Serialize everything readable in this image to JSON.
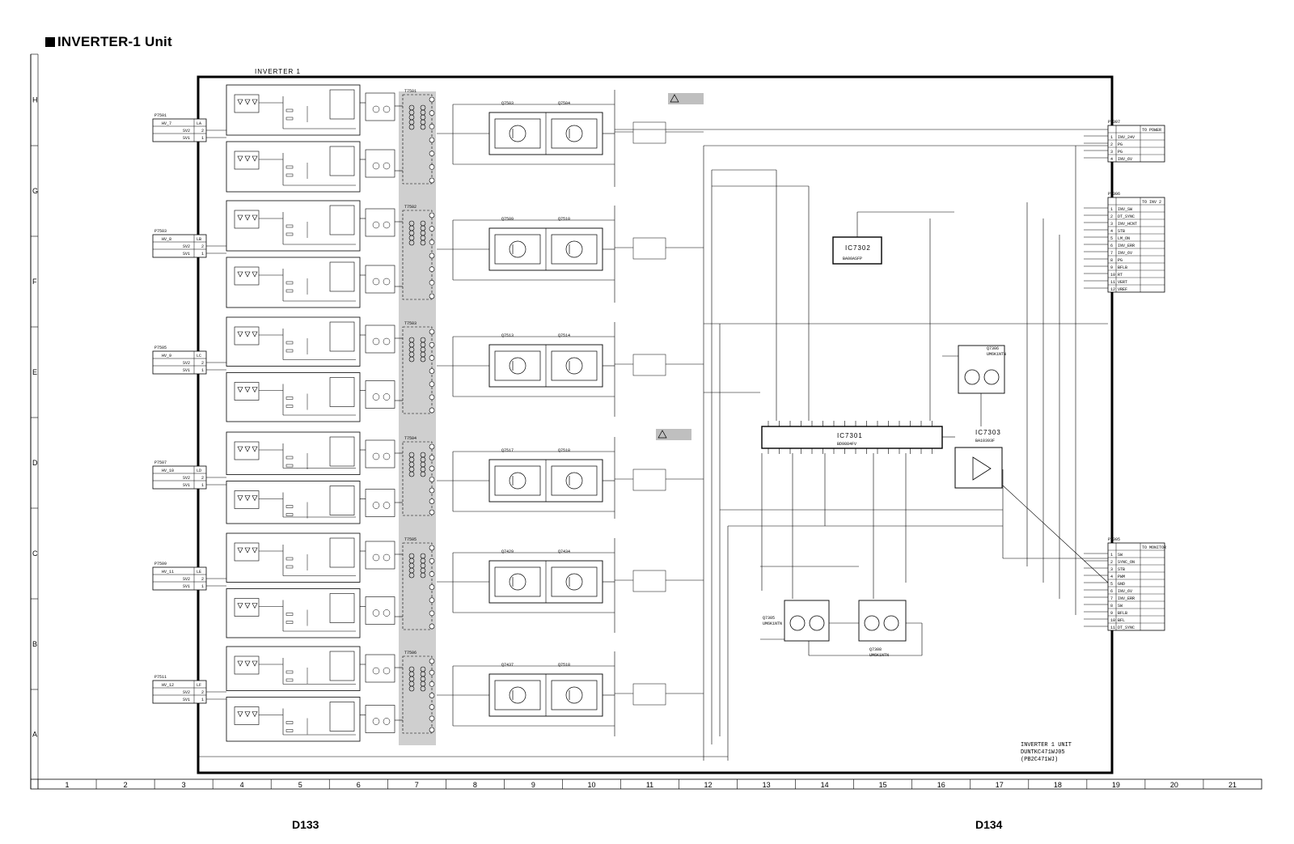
{
  "header": {
    "title": "INVERTER-1 Unit"
  },
  "frame": {
    "title": "INVERTER 1"
  },
  "grid": {
    "rows": [
      "H",
      "G",
      "F",
      "E",
      "D",
      "C",
      "B",
      "A"
    ],
    "columns": [
      "1",
      "2",
      "3",
      "4",
      "5",
      "6",
      "7",
      "8",
      "9",
      "10",
      "11",
      "12",
      "13",
      "14",
      "15",
      "16",
      "17",
      "18",
      "19",
      "20",
      "21"
    ]
  },
  "sheets": {
    "left": "D133",
    "right": "D134"
  },
  "left_connectors": [
    {
      "ref": "P7501",
      "net": "HV_7",
      "pin": "LA",
      "rows": [
        "SV2",
        "SV1"
      ]
    },
    {
      "ref": "P7503",
      "net": "HV_8",
      "pin": "LB",
      "rows": [
        "SV2",
        "SV1"
      ]
    },
    {
      "ref": "P7505",
      "net": "HV_9",
      "pin": "LC",
      "rows": [
        "SV2",
        "SV1"
      ]
    },
    {
      "ref": "P7507",
      "net": "HV_10",
      "pin": "LD",
      "rows": [
        "SV2",
        "SV1"
      ]
    },
    {
      "ref": "P7509",
      "net": "HV_11",
      "pin": "LE",
      "rows": [
        "SV2",
        "SV1"
      ]
    },
    {
      "ref": "P7511",
      "net": "HV_12",
      "pin": "LF",
      "rows": [
        "SV2",
        "SV1"
      ]
    }
  ],
  "transformers": [
    "T7501",
    "T7502",
    "T7503",
    "T7504",
    "T7505",
    "T7506"
  ],
  "fet_pairs": [
    [
      "Q7503",
      "Q7504"
    ],
    [
      "Q7509",
      "Q7510"
    ],
    [
      "Q7513",
      "Q7514"
    ],
    [
      "Q7517",
      "Q7518"
    ],
    [
      "Q7429",
      "Q7434"
    ],
    [
      "Q7437",
      "Q7518"
    ]
  ],
  "right_connectors": {
    "power": {
      "ref": "P7307",
      "title": "TO POWER",
      "pins": [
        "INV_24V",
        "PG",
        "PG",
        "INV_6V"
      ]
    },
    "inv2": {
      "ref": "P7306",
      "title": "TO INV 2",
      "pins": [
        "INV_SW",
        "DT_SYNC",
        "INV_HCNT",
        "STB",
        "LM_ON",
        "INV_ERR",
        "INV_6V",
        "PG",
        "BFLB",
        "RT",
        "VERT",
        "VREF"
      ]
    },
    "monitor": {
      "ref": "P7305",
      "title": "TO MONITOR",
      "pins": [
        "SW",
        "SYNC_ON",
        "STB",
        "PWM",
        "GND",
        "INV_6V",
        "INV_ERR",
        "SW",
        "BFLB",
        "BFL",
        "DT_SYNC"
      ]
    }
  },
  "ics": {
    "ic1": {
      "label": "IC7301",
      "part": "BD9884FV"
    },
    "ic2": {
      "label": "IC7302",
      "part": "BA00ASFP"
    },
    "ic3": {
      "label": "IC7303",
      "part": "BA10393F"
    }
  },
  "transistors": [
    {
      "ref": "Q7305",
      "part": "UM6K1NTN"
    },
    {
      "ref": "Q7306",
      "part": "UM6K1NTN"
    },
    {
      "ref": "Q7308",
      "part": "UM6K1NTN"
    }
  ],
  "unit_label": {
    "line1": "INVERTER 1 UNIT",
    "line2": "DUNTKC471WJ05",
    "line3": "(PB2C471WJ)"
  }
}
